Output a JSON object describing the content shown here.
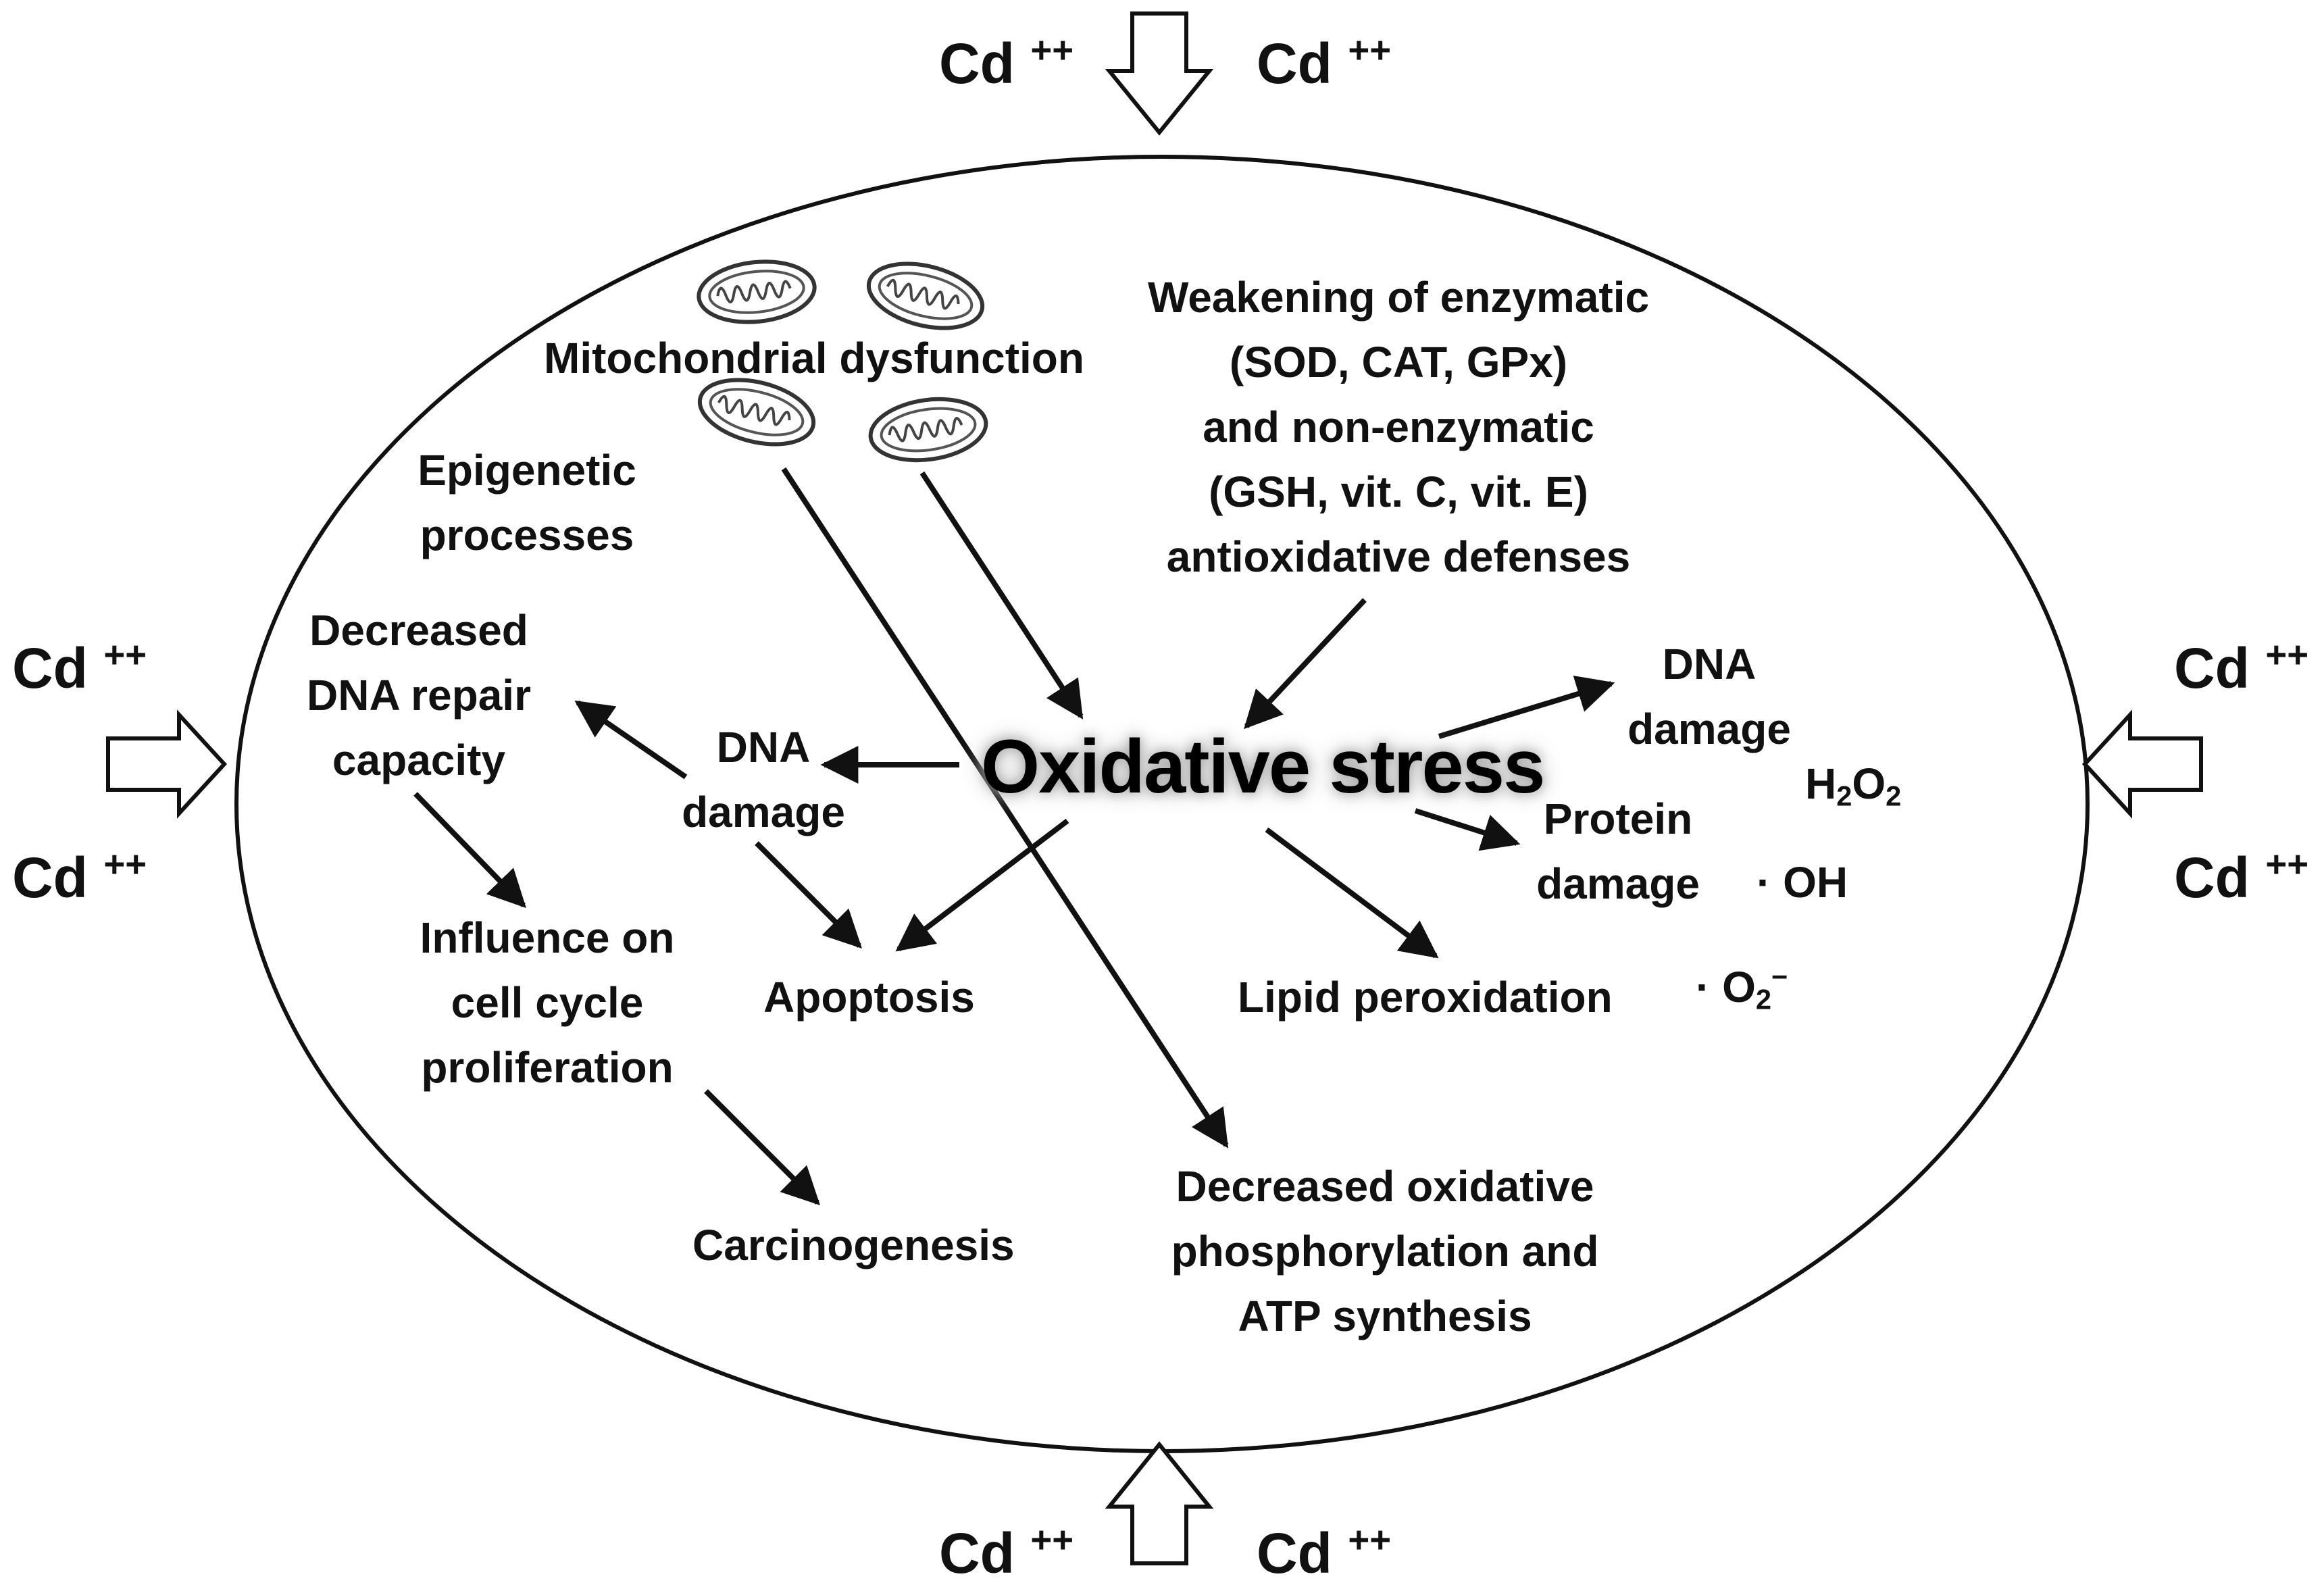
{
  "cd_ions": {
    "top_left": {
      "base": "Cd",
      "charge": "++"
    },
    "top_right": {
      "base": "Cd",
      "charge": "++"
    },
    "left_top": {
      "base": "Cd",
      "charge": "++"
    },
    "left_bottom": {
      "base": "Cd",
      "charge": "++"
    },
    "right_top": {
      "base": "Cd",
      "charge": "++"
    },
    "right_bottom": {
      "base": "Cd",
      "charge": "++"
    },
    "bottom_left": {
      "base": "Cd",
      "charge": "++"
    },
    "bottom_right": {
      "base": "Cd",
      "charge": "++"
    }
  },
  "labels": {
    "mitochondrial": "Mitochondrial dysfunction",
    "weakening": [
      "Weakening of  enzymatic",
      "(SOD, CAT, GPx)",
      "and non-enzymatic",
      "(GSH, vit. C, vit. E)",
      "antioxidative defenses"
    ],
    "epigenetic": [
      "Epigenetic",
      "processes"
    ],
    "decreased_repair": [
      "Decreased",
      "DNA repair",
      "capacity"
    ],
    "dna_damage_left": [
      "DNA",
      "damage"
    ],
    "oxidative_stress": "Oxidative stress",
    "dna_damage_right": [
      "DNA",
      "damage"
    ],
    "protein_damage": [
      "Protein",
      "damage"
    ],
    "influence": [
      "Influence on",
      "cell cycle",
      "proliferation"
    ],
    "apoptosis": "Apoptosis",
    "lipid": "Lipid peroxidation",
    "carcinogenesis": "Carcinogenesis",
    "decreased_ox": [
      "Decreased oxidative",
      "phosphorylation and",
      "ATP synthesis"
    ]
  },
  "ros": {
    "h2o2": {
      "a": "H",
      "sub1": "2",
      "b": "O",
      "sub2": "2"
    },
    "oh": "· OH",
    "o2": {
      "a": "· O",
      "sub": "2",
      "sup": "−"
    }
  },
  "icons": [
    "mitochondrion-icon",
    "arrow-icon",
    "hollow-arrow-icon",
    "cell-membrane"
  ],
  "colors": {
    "ink": "#111111",
    "background": "#ffffff",
    "glow": "#9a9a9a"
  }
}
